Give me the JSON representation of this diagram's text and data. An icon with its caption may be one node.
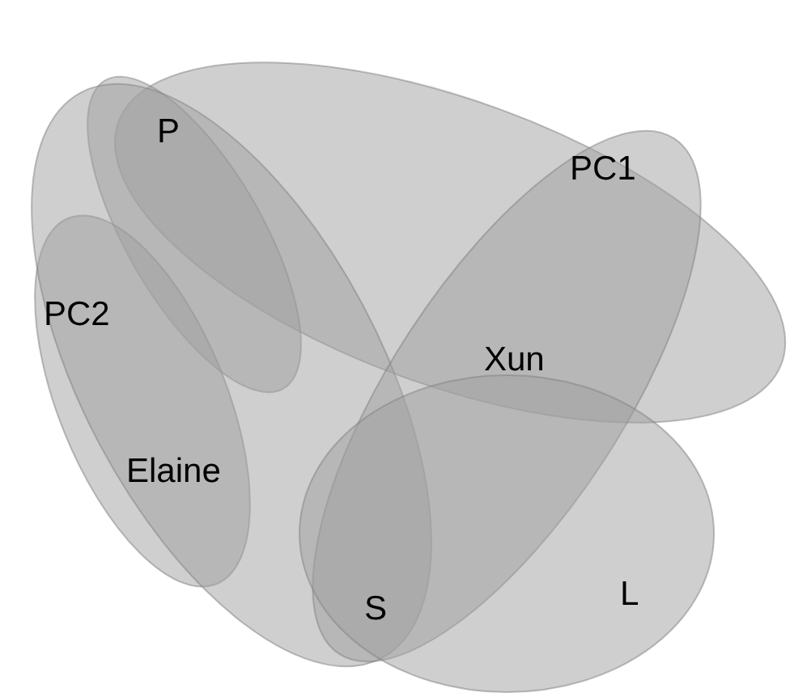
{
  "diagram": {
    "labels": [
      "P",
      "PC1",
      "PC2",
      "Xun",
      "Elaine",
      "S",
      "L"
    ]
  }
}
